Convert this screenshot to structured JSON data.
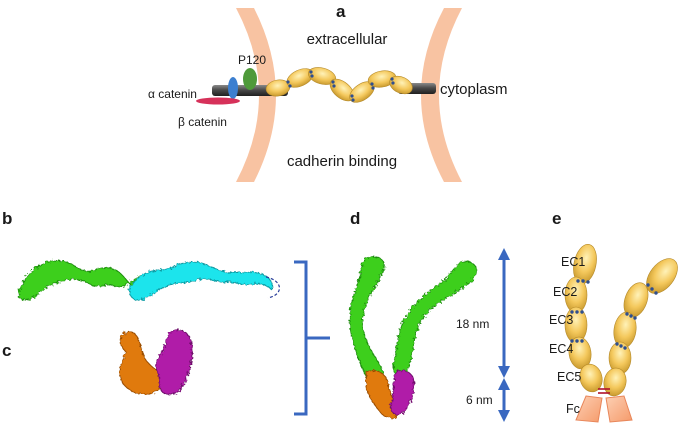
{
  "panels": {
    "a": "a",
    "b": "b",
    "c": "c",
    "d": "d",
    "e": "e"
  },
  "panel_a": {
    "extracellular": "extracellular",
    "cytoplasm": "cytoplasm",
    "cadherin_binding": "cadherin binding",
    "p120": "P120",
    "alpha_catenin": "α catenin",
    "beta_catenin": "β catenin"
  },
  "panel_d": {
    "length_long": "18 nm",
    "length_short": "6 nm"
  },
  "panel_e": {
    "domains": [
      "EC1",
      "EC2",
      "EC3",
      "EC4",
      "EC5"
    ],
    "fc": "Fc"
  },
  "colors": {
    "membrane": "#f8c3a2",
    "cadherin_domain": "#f4c85c",
    "calcium": "#2f4f8f",
    "green_protein": "#3ecf1f",
    "cyan_protein": "#1ce4ec",
    "orange_protein": "#e07a10",
    "magenta_protein": "#b01aa8",
    "arrow_blue": "#3a68c0",
    "fc_color": "#f9ab80"
  }
}
